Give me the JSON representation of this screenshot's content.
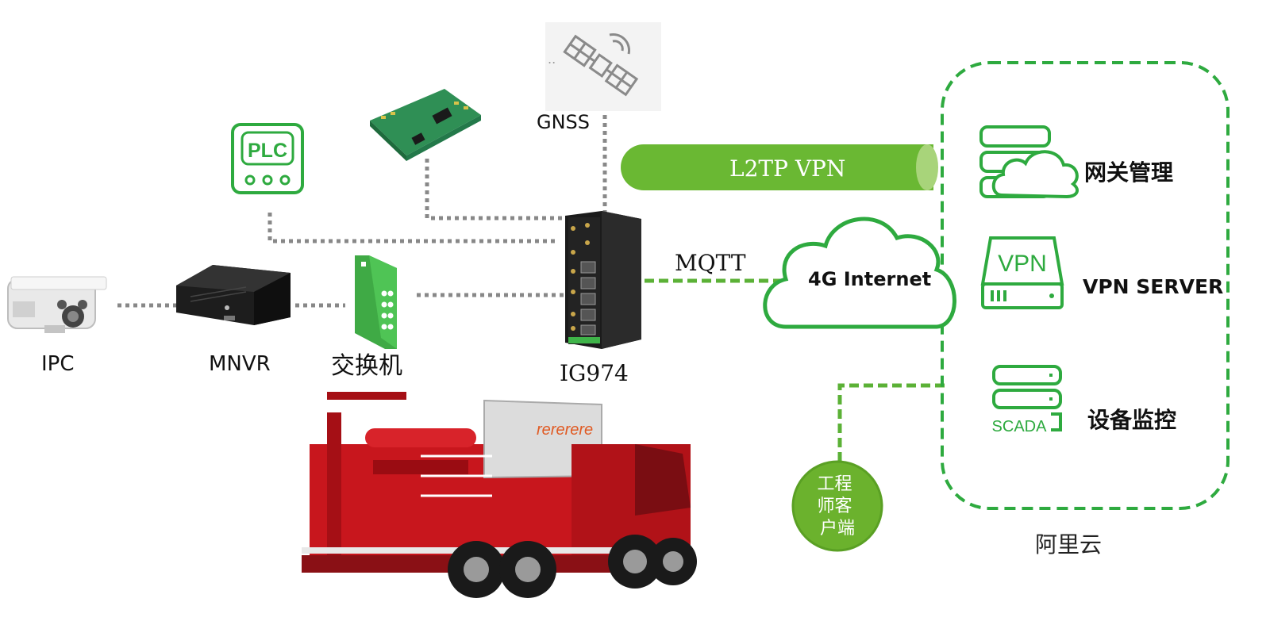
{
  "diagram": {
    "devices": {
      "ipc": "IPC",
      "mnvr": "MNVR",
      "switch": "交换机",
      "gateway": "IG974",
      "gnss": "GNSS",
      "plc_icon_text": "PLC"
    },
    "links": {
      "vpn_tunnel": "L2TP VPN",
      "mqtt": "MQTT"
    },
    "cloud": {
      "internet": "4G Internet",
      "platform_label": "阿里云",
      "services": [
        {
          "label": "网关管理",
          "icon": "server-cloud-icon"
        },
        {
          "label": "VPN SERVER",
          "icon_text": "VPN",
          "icon": "vpn-server-icon"
        },
        {
          "label": "设备监控",
          "icon_text": "SCADA",
          "icon": "scada-icon"
        }
      ]
    },
    "client": {
      "label": "工程\n师客\n户端"
    },
    "colors": {
      "accent_green": "#2eaa3f",
      "tunnel_green": "#6ab833",
      "client_green": "#6bb22d",
      "truck_red": "#c8161d"
    }
  }
}
